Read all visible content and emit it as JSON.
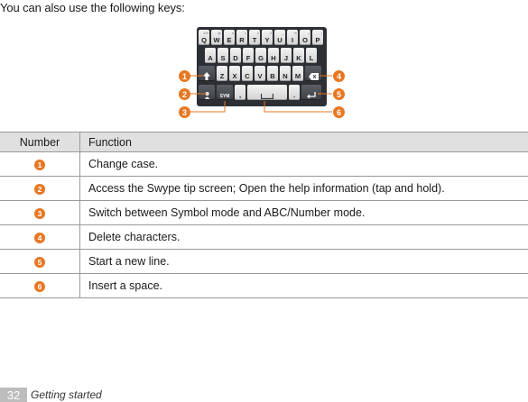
{
  "intro": "You can also use the following keys:",
  "keyboard": {
    "row1": [
      {
        "label": "Q",
        "sub": "EN"
      },
      {
        "label": "W",
        "sub": "@"
      },
      {
        "label": "E",
        "sub": "#"
      },
      {
        "label": "R",
        "sub": "1"
      },
      {
        "label": "T",
        "sub": "2"
      },
      {
        "label": "Y",
        "sub": "3"
      },
      {
        "label": "U",
        "sub": "_"
      },
      {
        "label": "I",
        "sub": "%"
      },
      {
        "label": "O",
        "sub": "("
      },
      {
        "label": "P",
        "sub": ")"
      }
    ],
    "row2": [
      "A",
      "S",
      "D",
      "F",
      "G",
      "H",
      "J",
      "K",
      "L"
    ],
    "row3": [
      "Z",
      "X",
      "C",
      "V",
      "B",
      "N",
      "M"
    ],
    "sym_label": "SYM",
    "comma_label": ",",
    "period_label": "."
  },
  "callouts": [
    "1",
    "2",
    "3",
    "4",
    "5",
    "6"
  ],
  "table": {
    "headers": [
      "Number",
      "Function"
    ],
    "rows": [
      {
        "num": "1",
        "function": "Change case."
      },
      {
        "num": "2",
        "function": "Access the Swype tip screen; Open the help information (tap and hold)."
      },
      {
        "num": "3",
        "function": "Switch between Symbol mode and ABC/Number mode."
      },
      {
        "num": "4",
        "function": "Delete characters."
      },
      {
        "num": "5",
        "function": "Start a new line."
      },
      {
        "num": "6",
        "function": "Insert a space."
      }
    ]
  },
  "footer": {
    "page_number": "32",
    "section": "Getting started"
  },
  "colors": {
    "accent": "#e87722",
    "header_bg": "#e0e0e0",
    "page_tab": "#bdbdbd"
  }
}
